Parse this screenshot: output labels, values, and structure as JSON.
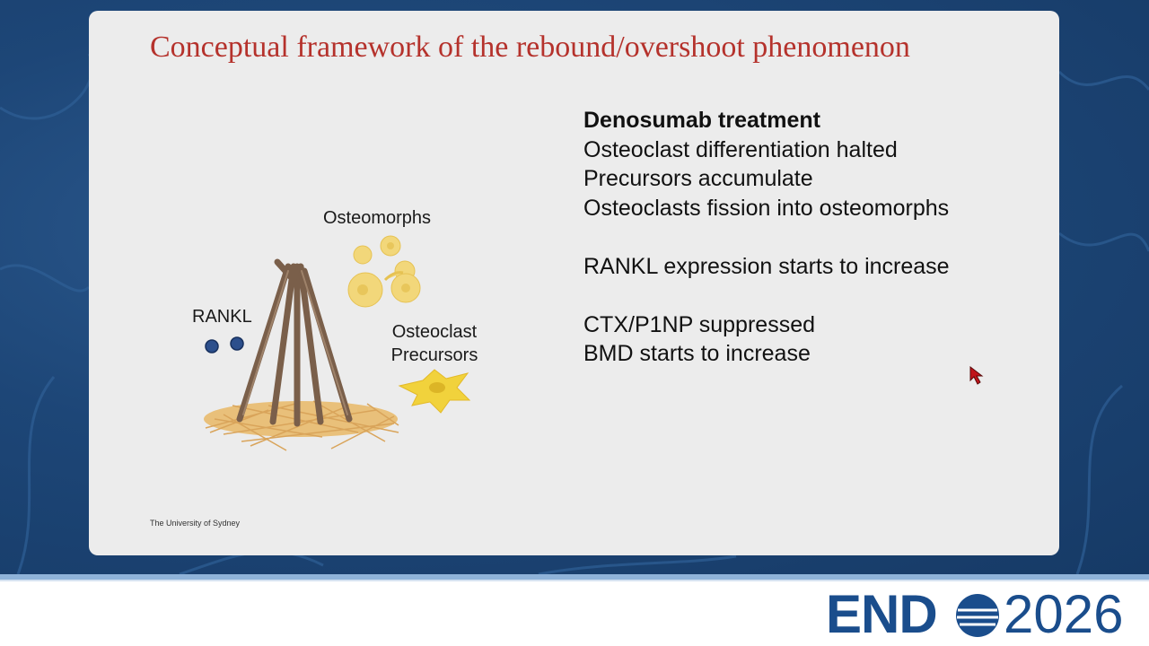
{
  "slide": {
    "title": "Conceptual framework of the rebound/overshoot phenomenon",
    "bullets": {
      "heading": "Denosumab treatment",
      "group1": [
        "Osteoclast differentiation halted",
        "Precursors accumulate",
        "Osteoclasts fission into osteomorphs"
      ],
      "group2": [
        "RANKL expression starts to increase"
      ],
      "group3": [
        "CTX/P1NP suppressed",
        "BMD starts to increase"
      ]
    },
    "diagram": {
      "osteomorphs_label": "Osteomorphs",
      "rankl_label": "RANKL",
      "precursors_label_line1": "Osteoclast",
      "precursors_label_line2": "Precursors"
    },
    "credit": "The University of Sydney"
  },
  "footer": {
    "logo_text": "END",
    "logo_year": "2026"
  },
  "colors": {
    "title": "#b5322c",
    "background": "#1d4677",
    "logo": "#1a4d8c",
    "cursor": "#c0141a"
  }
}
